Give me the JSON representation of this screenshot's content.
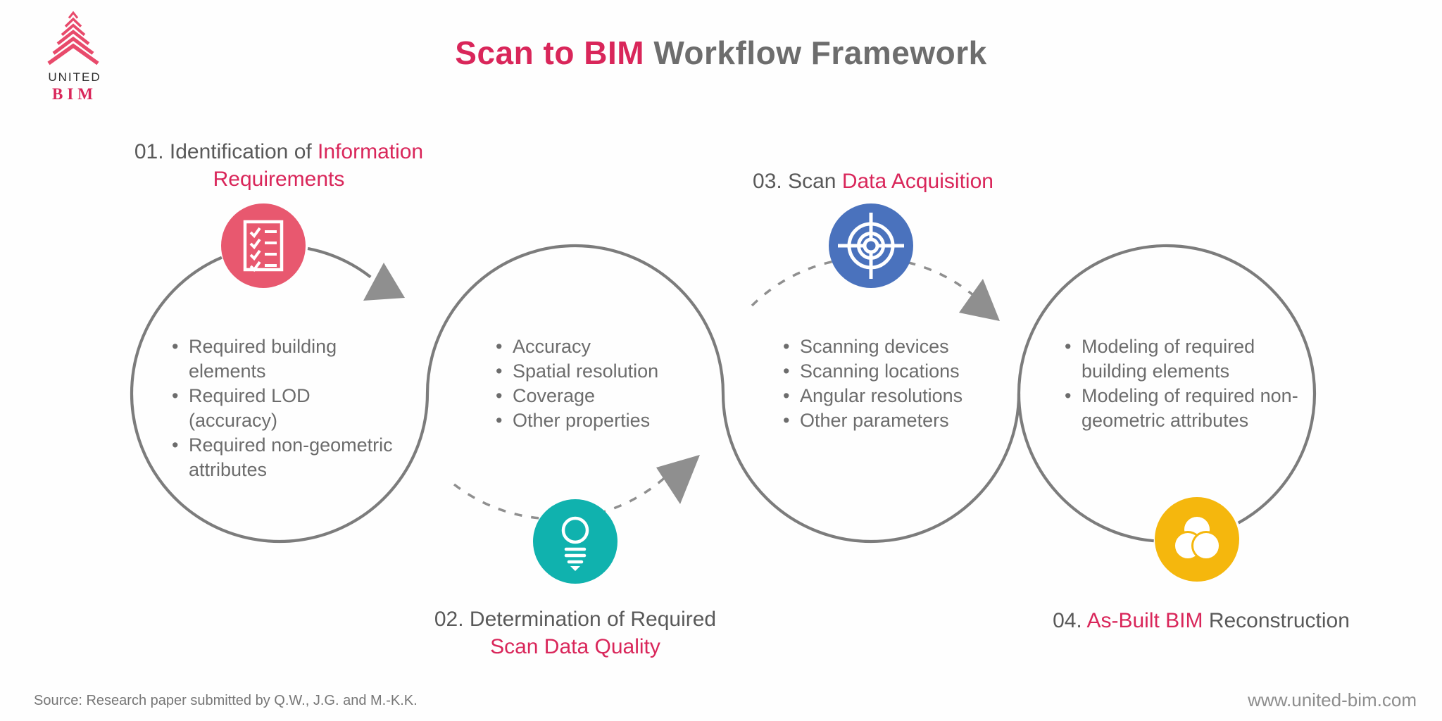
{
  "logo": {
    "word": "UNITED",
    "brand": "BIM"
  },
  "title": {
    "accent": "Scan to BIM",
    "rest": " Workflow Framework"
  },
  "colors": {
    "accent_text": "#d9265a",
    "heading_gray": "#595959",
    "bullet_gray": "#6c6c6c",
    "path_gray": "#7c7c7c",
    "arrow_gray": "#8f8f8f",
    "step1_badge": "#e8586f",
    "step2_badge": "#10b2ae",
    "step3_badge": "#4a72bd",
    "step4_badge": "#f5b70d"
  },
  "steps": [
    {
      "heading_pre": "01. Identification of ",
      "heading_accent": "Information Requirements",
      "heading_post": "",
      "icon": "checklist-icon",
      "color": "#e8586f",
      "bullets": [
        "Required building elements",
        "Required LOD (accuracy)",
        "Required non-geometric attributes"
      ]
    },
    {
      "heading_pre": "02. Determination of Required ",
      "heading_accent": "Scan Data Quality",
      "heading_post": "",
      "icon": "lightbulb-icon",
      "color": "#10b2ae",
      "bullets": [
        "Accuracy",
        "Spatial resolution",
        "Coverage",
        "Other properties"
      ]
    },
    {
      "heading_pre": "03. Scan ",
      "heading_accent": "Data Acquisition",
      "heading_post": "",
      "icon": "target-icon",
      "color": "#4a72bd",
      "bullets": [
        "Scanning devices",
        "Scanning locations",
        "Angular resolutions",
        "Other parameters"
      ]
    },
    {
      "heading_pre": "04. ",
      "heading_accent": "As-Built BIM",
      "heading_post": " Reconstruction",
      "icon": "venn-icon",
      "color": "#f5b70d",
      "bullets": [
        "Modeling of required building elements",
        "Modeling of required non-geometric attributes"
      ]
    }
  ],
  "footer": {
    "source": "Source: Research paper submitted by Q.W., J.G. and M.-K.K.",
    "website": "www.united-bim.com"
  }
}
